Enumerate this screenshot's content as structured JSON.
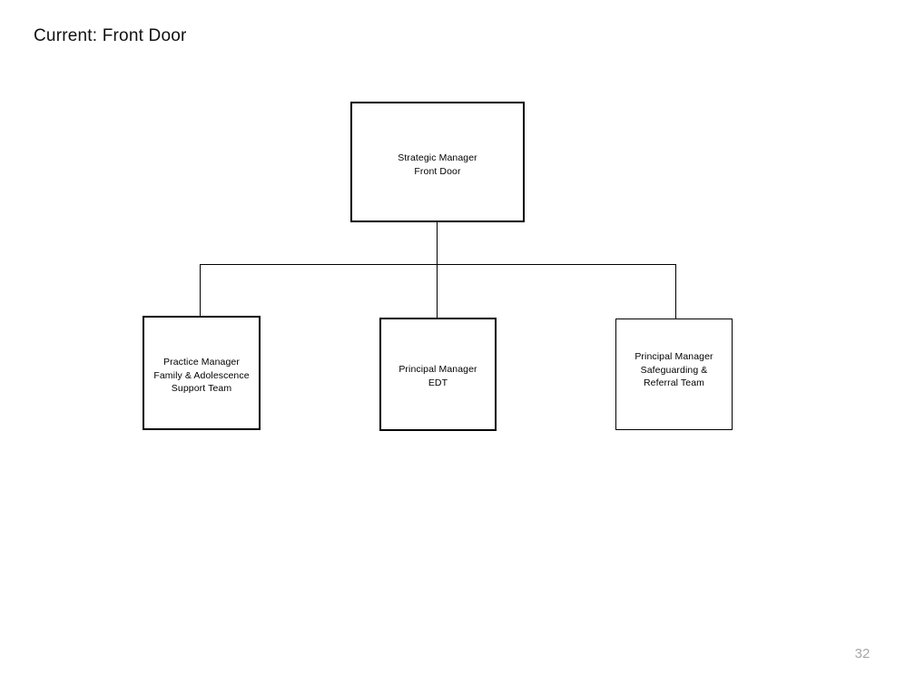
{
  "slide": {
    "title": "Current: Front Door",
    "page_number": "32",
    "background_color": "#ffffff",
    "text_color": "#000000",
    "page_number_color": "#a6a6a6",
    "line_color": "#000000"
  },
  "chart": {
    "type": "org-chart",
    "root": {
      "id": "strategic-manager-front-door",
      "text": "Strategic Manager\nFront Door",
      "lines": [
        "Strategic Manager",
        "Front Door"
      ]
    },
    "children": [
      {
        "id": "practice-manager-family-adolescence-support-team",
        "text": "Practice Manager\nFamily & Adolescence\nSupport Team",
        "lines": [
          "Practice Manager",
          "Family & Adolescence",
          "Support Team"
        ]
      },
      {
        "id": "principal-manager-edt",
        "text": "Principal Manager\nEDT",
        "lines": [
          "Principal Manager",
          "EDT"
        ]
      },
      {
        "id": "principal-manager-safeguarding-referral-team",
        "text": "Principal Manager\nSafeguarding &\nReferral Team",
        "lines": [
          "Principal Manager",
          "Safeguarding &",
          "Referral Team"
        ]
      }
    ]
  }
}
